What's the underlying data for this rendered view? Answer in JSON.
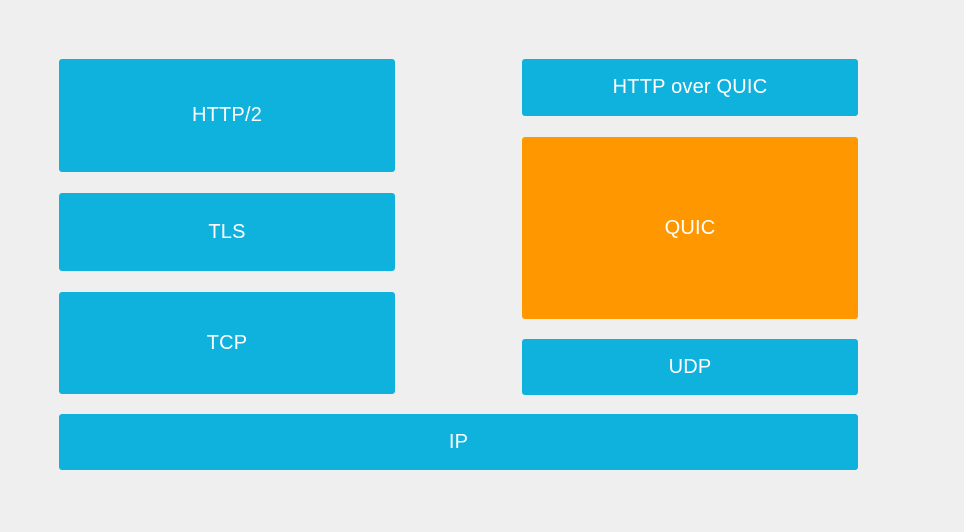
{
  "colors": {
    "background": "#efefef",
    "layer_blue": "#0fb1dd",
    "quic_orange": "#ff9700",
    "text": "#ffffff"
  },
  "left_stack": {
    "http2": "HTTP/2",
    "tls": "TLS",
    "tcp": "TCP"
  },
  "right_stack": {
    "http_over_quic": "HTTP over QUIC",
    "quic": "QUIC",
    "udp": "UDP"
  },
  "shared": {
    "ip": "IP"
  }
}
